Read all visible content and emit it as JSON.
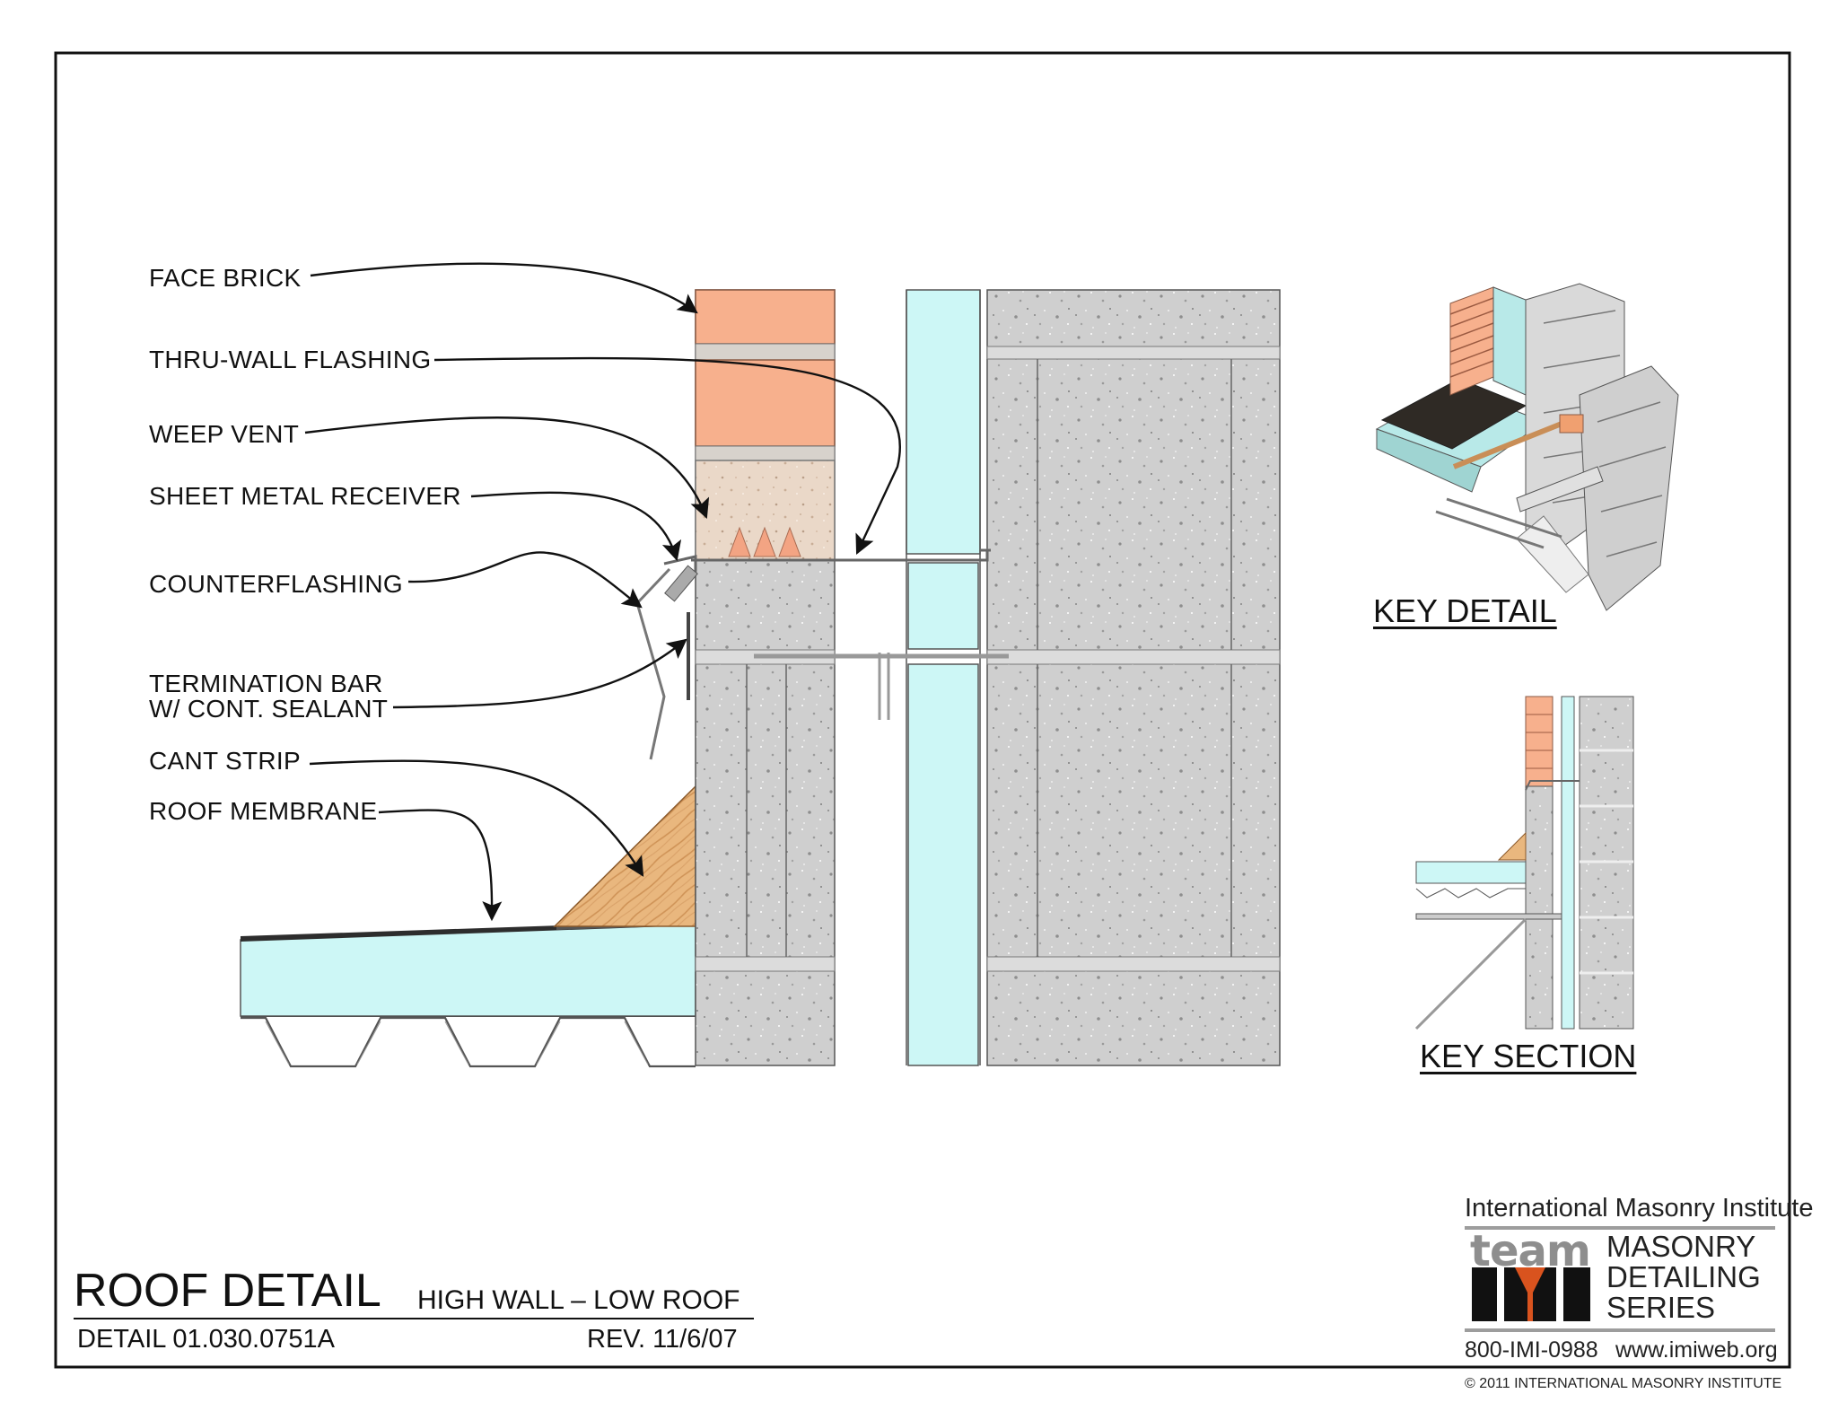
{
  "labels": {
    "face_brick": "FACE BRICK",
    "thru_wall_flashing": "THRU-WALL FLASHING",
    "weep_vent": "WEEP VENT",
    "sheet_metal_receiver": "SHEET METAL RECEIVER",
    "counterflashing": "COUNTERFLASHING",
    "termination_bar_1": "TERMINATION BAR",
    "termination_bar_2": "W/ CONT. SEALANT",
    "cant_strip": "CANT STRIP",
    "roof_membrane": "ROOF MEMBRANE"
  },
  "key_detail_caption": "KEY DETAIL",
  "key_section_caption": "KEY SECTION",
  "title_block": {
    "title": "ROOF DETAIL",
    "subtitle": "HIGH WALL – LOW ROOF",
    "detail_number": "DETAIL 01.030.0751A",
    "revision": "REV. 11/6/07"
  },
  "logo": {
    "org_name": "International Masonry Institute",
    "team_word": "team",
    "series_line1": "MASONRY",
    "series_line2": "DETAILING",
    "series_line3": "SERIES",
    "phone": "800-IMI-0988",
    "website": "www.imiweb.org",
    "copyright": "© 2011 INTERNATIONAL MASONRY INSTITUTE"
  },
  "colors": {
    "brick": "#f7b08d",
    "insulation": "#cdf7f6",
    "concrete": "#cfcfcf",
    "cant_wood": "#e7b47c",
    "logo_orange": "#d9531e"
  }
}
